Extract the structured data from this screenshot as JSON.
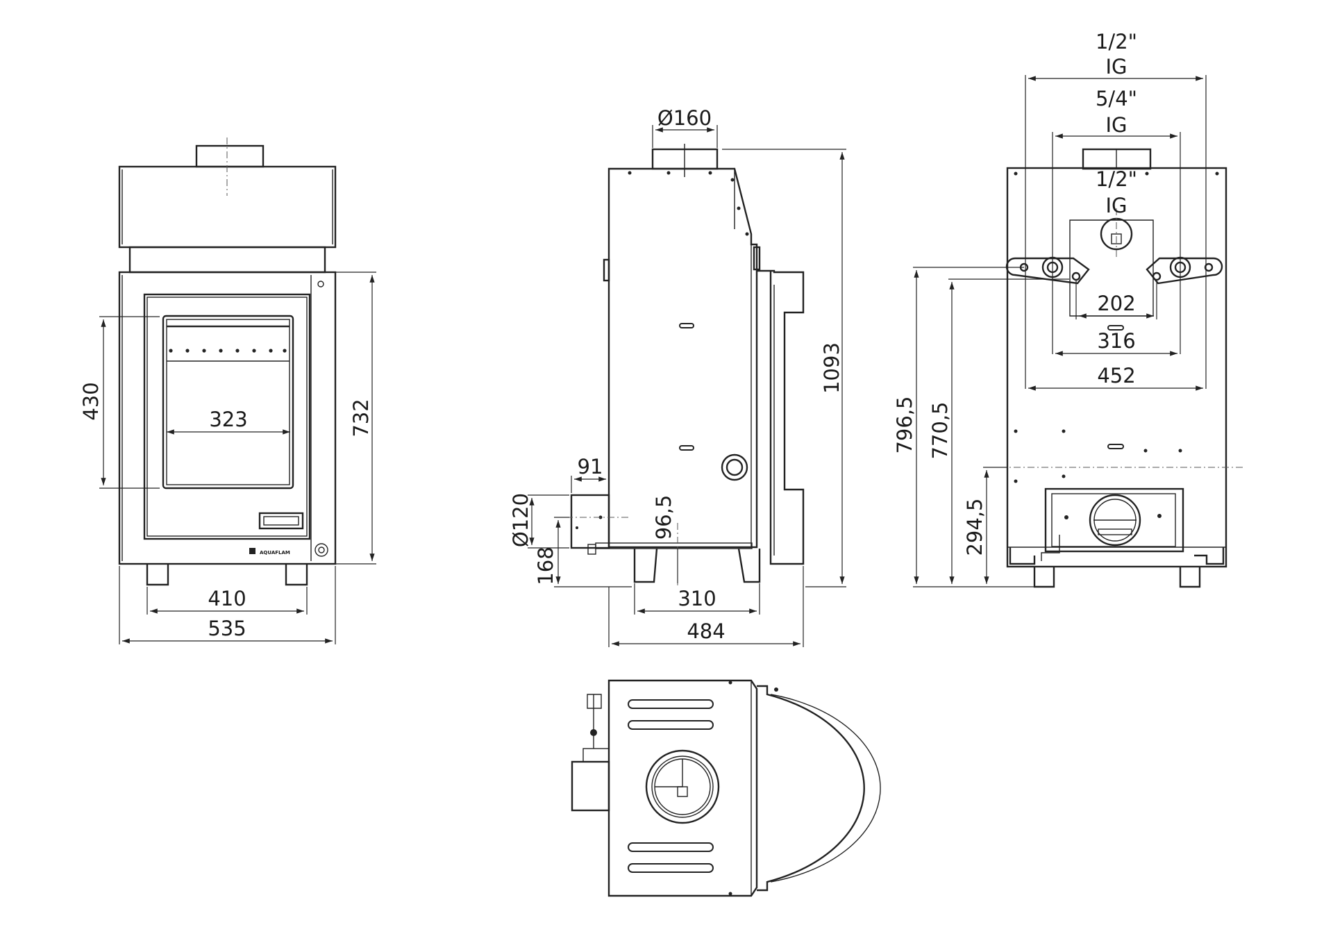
{
  "front_view": {
    "dims": {
      "height_432": "430",
      "glass_width": "323",
      "height_total": "732",
      "leg_span": "410",
      "width": "535"
    },
    "brand_mark": "AQUAFLAM"
  },
  "side_view": {
    "dims": {
      "flue_diameter": "Ø160",
      "total_height": "1093",
      "air_intake_depth": "91",
      "air_intake_diameter": "Ø120",
      "air_intake_height": "168",
      "axis_height": "96,5",
      "leg_span": "310",
      "depth": "484"
    }
  },
  "rear_view": {
    "dims": {
      "conn_top": "1/2\"",
      "conn_top_type": "IG",
      "conn_mid": "5/4\"",
      "conn_mid_type": "IG",
      "conn_center": "1/2\"",
      "conn_center_type": "IG",
      "span_202": "202",
      "span_316": "316",
      "span_452": "452",
      "height_796": "796,5",
      "height_770": "770,5",
      "height_294": "294,5"
    }
  }
}
